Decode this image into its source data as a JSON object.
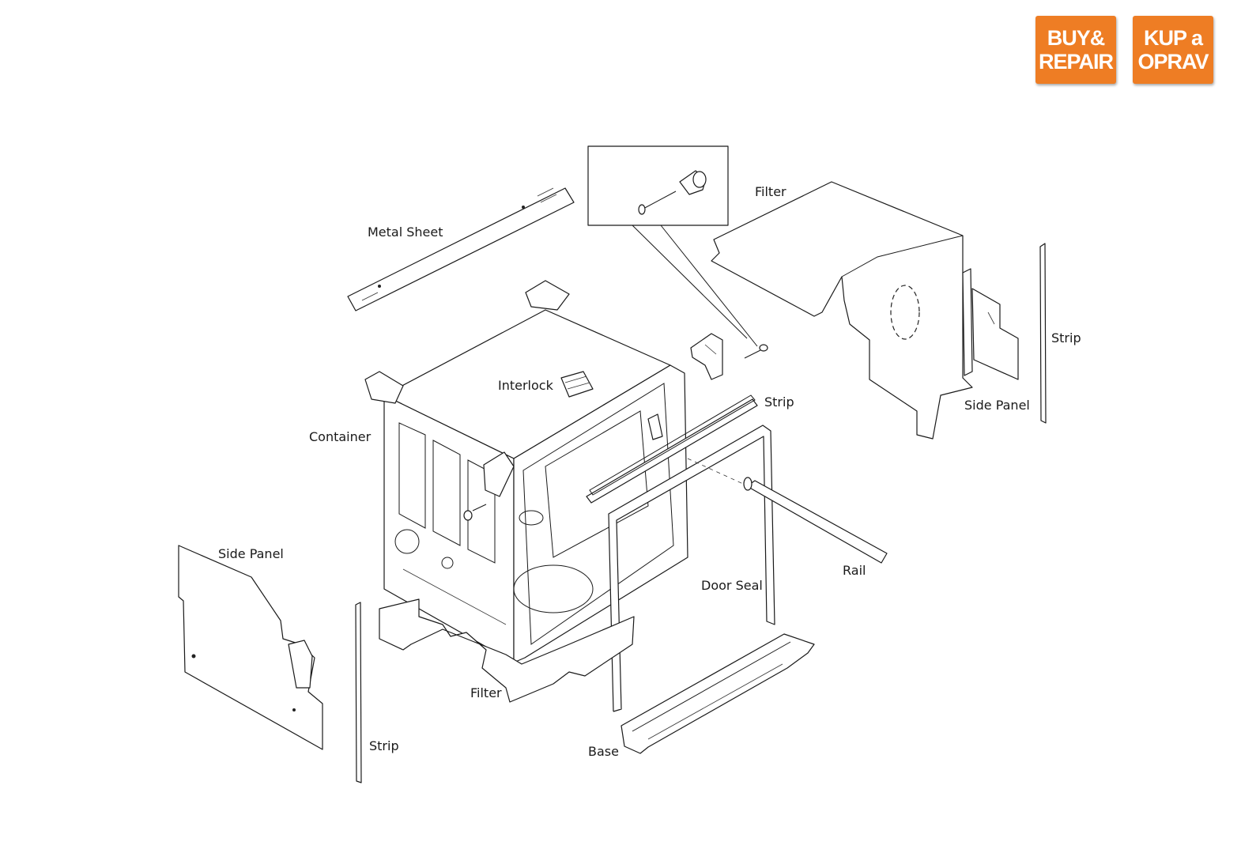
{
  "logos": {
    "buy_repair": {
      "line1": "BUY&",
      "line2": "REPAIR"
    },
    "kup_oprav": {
      "line1": "KUP a",
      "line2": "OPRAV"
    },
    "color": "#ee7d24"
  },
  "labels": {
    "metal_sheet": "Metal Sheet",
    "filter_top": "Filter",
    "strip_right": "Strip",
    "side_panel_right": "Side Panel",
    "interlock": "Interlock",
    "strip_mid": "Strip",
    "container": "Container",
    "side_panel_left": "Side Panel",
    "rail": "Rail",
    "door_seal": "Door Seal",
    "filter_bottom": "Filter",
    "strip_left": "Strip",
    "base": "Base"
  }
}
